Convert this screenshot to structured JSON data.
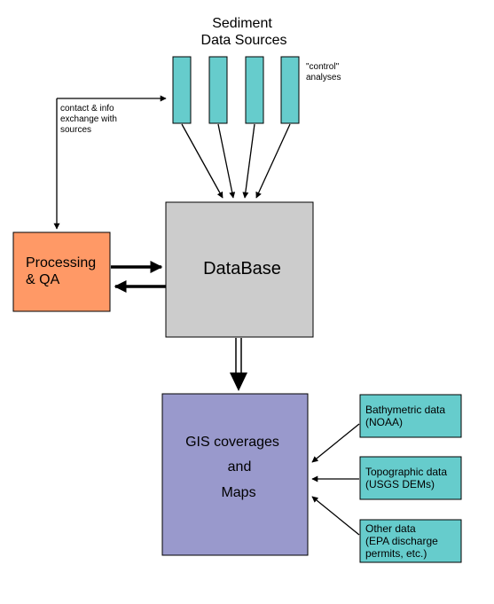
{
  "colors": {
    "source_bar": "#66cccc",
    "processing": "#ff9966",
    "database": "#cccccc",
    "gis": "#9999cc",
    "ancillary": "#66cccc",
    "stroke": "#000000"
  },
  "header": {
    "line1": "Sediment",
    "line2": "Data Sources"
  },
  "sources": {
    "count": 4,
    "control_line1": "\"control\"",
    "control_line2": "analyses"
  },
  "contact": {
    "line1": "contact & info",
    "line2": "exchange with",
    "line3": "sources"
  },
  "processing": {
    "line1": "Processing",
    "line2": "& QA"
  },
  "database": {
    "label": "DataBase"
  },
  "gis": {
    "line1": "GIS coverages",
    "line2": "and",
    "line3": "Maps"
  },
  "ancillary": [
    {
      "line1": "Bathymetric data",
      "line2": "(NOAA)",
      "line3": ""
    },
    {
      "line1": "Topographic data",
      "line2": "(USGS DEMs)",
      "line3": ""
    },
    {
      "line1": "Other data",
      "line2": "(EPA discharge",
      "line3": "permits, etc.)"
    }
  ]
}
